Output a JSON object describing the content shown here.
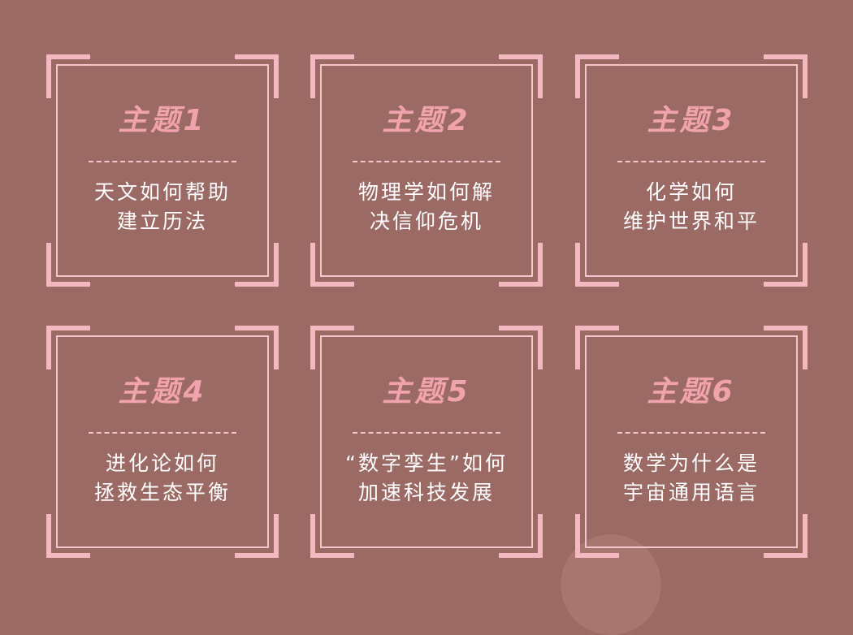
{
  "cards": [
    {
      "title": "主题1",
      "lines": [
        "天文如何帮助",
        "建立历法"
      ]
    },
    {
      "title": "主题2",
      "lines": [
        "物理学如何解",
        "决信仰危机"
      ]
    },
    {
      "title": "主题3",
      "lines": [
        "化学如何",
        "维护世界和平"
      ]
    },
    {
      "title": "主题4",
      "lines": [
        "进化论如何",
        "拯救生态平衡"
      ]
    },
    {
      "title": "主题5",
      "lines": [
        "“数字孪生”如何",
        "加速科技发展"
      ]
    },
    {
      "title": "主题6",
      "lines": [
        "数学为什么是",
        "宇宙通用语言"
      ]
    }
  ],
  "colors": {
    "background": "#9c6a64",
    "frame": "#f4b9c0",
    "title": "#f0a3ac",
    "text": "#ffffff"
  }
}
